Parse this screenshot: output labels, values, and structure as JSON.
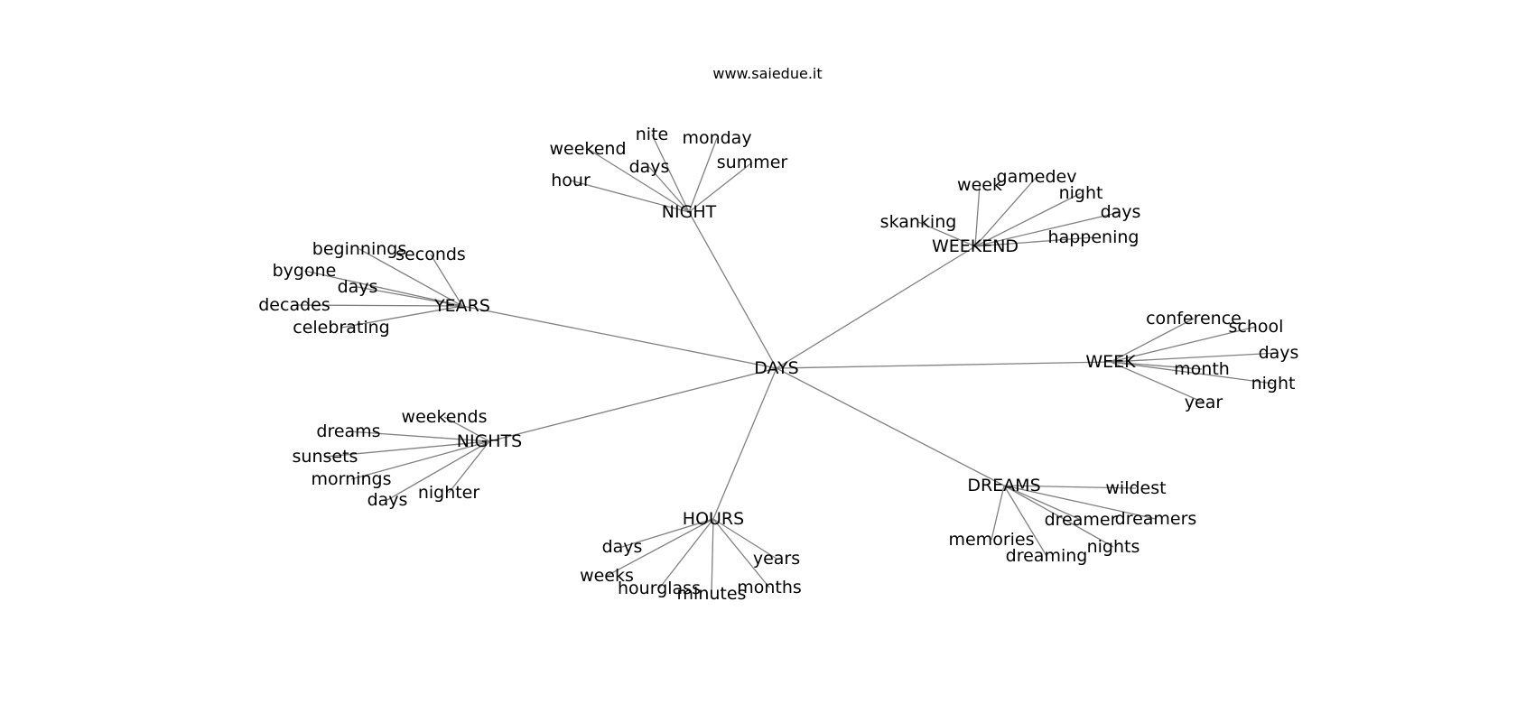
{
  "watermark": "www.saiedue.it",
  "graph": {
    "root": "DAYS",
    "nodes": [
      {
        "id": "days_root",
        "label": "DAYS"
      },
      {
        "id": "night",
        "label": "NIGHT"
      },
      {
        "id": "weekend",
        "label": "WEEKEND"
      },
      {
        "id": "years",
        "label": "YEARS"
      },
      {
        "id": "week",
        "label": "WEEK"
      },
      {
        "id": "nights",
        "label": "NIGHTS"
      },
      {
        "id": "hours",
        "label": "HOURS"
      },
      {
        "id": "dreams",
        "label": "DREAMS"
      },
      {
        "id": "n_weekend",
        "label": "weekend"
      },
      {
        "id": "n_nite",
        "label": "nite"
      },
      {
        "id": "n_days",
        "label": "days"
      },
      {
        "id": "n_monday",
        "label": "monday"
      },
      {
        "id": "n_summer",
        "label": "summer"
      },
      {
        "id": "n_hour",
        "label": "hour"
      },
      {
        "id": "we_week",
        "label": "week"
      },
      {
        "id": "we_gamedev",
        "label": "gamedev"
      },
      {
        "id": "we_night",
        "label": "night"
      },
      {
        "id": "we_days",
        "label": "days"
      },
      {
        "id": "we_skanking",
        "label": "skanking"
      },
      {
        "id": "we_happening",
        "label": "happening"
      },
      {
        "id": "y_beginnings",
        "label": "beginnings"
      },
      {
        "id": "y_seconds",
        "label": "seconds"
      },
      {
        "id": "y_bygone",
        "label": "bygone"
      },
      {
        "id": "y_days",
        "label": "days"
      },
      {
        "id": "y_decades",
        "label": "decades"
      },
      {
        "id": "y_celebrating",
        "label": "celebrating"
      },
      {
        "id": "w_conference",
        "label": "conference"
      },
      {
        "id": "w_school",
        "label": "school"
      },
      {
        "id": "w_days",
        "label": "days"
      },
      {
        "id": "w_month",
        "label": "month"
      },
      {
        "id": "w_night",
        "label": "night"
      },
      {
        "id": "w_year",
        "label": "year"
      },
      {
        "id": "ns_weekends",
        "label": "weekends"
      },
      {
        "id": "ns_dreams",
        "label": "dreams"
      },
      {
        "id": "ns_sunsets",
        "label": "sunsets"
      },
      {
        "id": "ns_mornings",
        "label": "mornings"
      },
      {
        "id": "ns_days",
        "label": "days"
      },
      {
        "id": "ns_nighter",
        "label": "nighter"
      },
      {
        "id": "h_days",
        "label": "days"
      },
      {
        "id": "h_weeks",
        "label": "weeks"
      },
      {
        "id": "h_hourglass",
        "label": "hourglass"
      },
      {
        "id": "h_minutes",
        "label": "minutes"
      },
      {
        "id": "h_months",
        "label": "months"
      },
      {
        "id": "h_years",
        "label": "years"
      },
      {
        "id": "d_wildest",
        "label": "wildest"
      },
      {
        "id": "d_dreamers",
        "label": "dreamers"
      },
      {
        "id": "d_dreamer",
        "label": "dreamer"
      },
      {
        "id": "d_nights",
        "label": "nights"
      },
      {
        "id": "d_memories",
        "label": "memories"
      },
      {
        "id": "d_dreaming",
        "label": "dreaming"
      }
    ],
    "edges": [
      [
        "days_root",
        "night"
      ],
      [
        "days_root",
        "weekend"
      ],
      [
        "days_root",
        "years"
      ],
      [
        "days_root",
        "week"
      ],
      [
        "days_root",
        "nights"
      ],
      [
        "days_root",
        "hours"
      ],
      [
        "days_root",
        "dreams"
      ],
      [
        "night",
        "n_weekend"
      ],
      [
        "night",
        "n_nite"
      ],
      [
        "night",
        "n_days"
      ],
      [
        "night",
        "n_monday"
      ],
      [
        "night",
        "n_summer"
      ],
      [
        "night",
        "n_hour"
      ],
      [
        "weekend",
        "we_week"
      ],
      [
        "weekend",
        "we_gamedev"
      ],
      [
        "weekend",
        "we_night"
      ],
      [
        "weekend",
        "we_days"
      ],
      [
        "weekend",
        "we_skanking"
      ],
      [
        "weekend",
        "we_happening"
      ],
      [
        "years",
        "y_beginnings"
      ],
      [
        "years",
        "y_seconds"
      ],
      [
        "years",
        "y_bygone"
      ],
      [
        "years",
        "y_days"
      ],
      [
        "years",
        "y_decades"
      ],
      [
        "years",
        "y_celebrating"
      ],
      [
        "week",
        "w_conference"
      ],
      [
        "week",
        "w_school"
      ],
      [
        "week",
        "w_days"
      ],
      [
        "week",
        "w_month"
      ],
      [
        "week",
        "w_night"
      ],
      [
        "week",
        "w_year"
      ],
      [
        "nights",
        "ns_weekends"
      ],
      [
        "nights",
        "ns_dreams"
      ],
      [
        "nights",
        "ns_sunsets"
      ],
      [
        "nights",
        "ns_mornings"
      ],
      [
        "nights",
        "ns_days"
      ],
      [
        "nights",
        "ns_nighter"
      ],
      [
        "hours",
        "h_days"
      ],
      [
        "hours",
        "h_weeks"
      ],
      [
        "hours",
        "h_hourglass"
      ],
      [
        "hours",
        "h_minutes"
      ],
      [
        "hours",
        "h_months"
      ],
      [
        "hours",
        "h_years"
      ],
      [
        "dreams",
        "d_wildest"
      ],
      [
        "dreams",
        "d_dreamers"
      ],
      [
        "dreams",
        "d_dreamer"
      ],
      [
        "dreams",
        "d_nights"
      ],
      [
        "dreams",
        "d_memories"
      ],
      [
        "dreams",
        "d_dreaming"
      ]
    ]
  }
}
